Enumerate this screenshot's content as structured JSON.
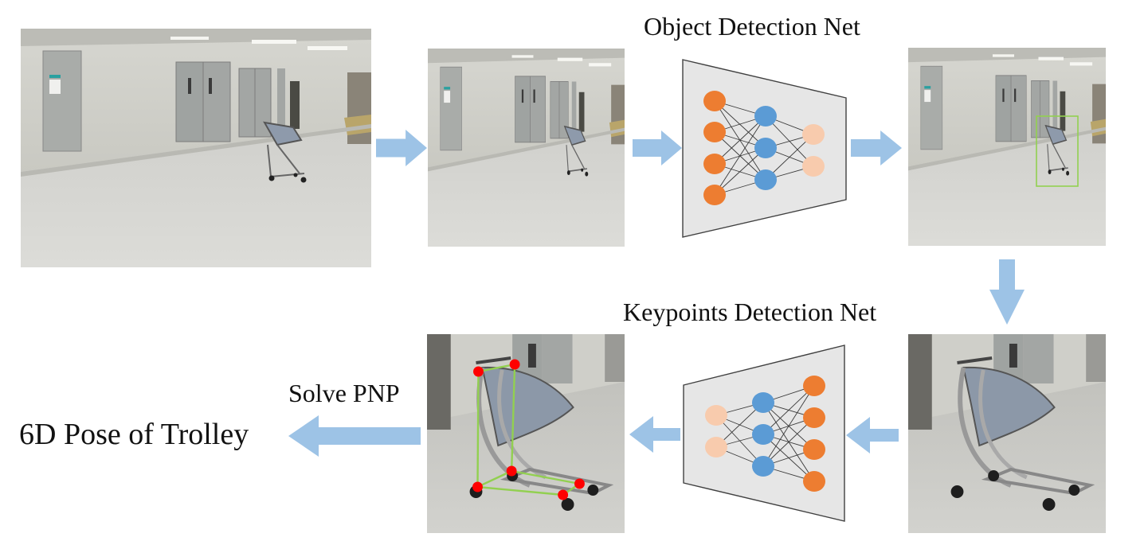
{
  "labels": {
    "object_detection": "Object Detection Net",
    "keypoints_detection": "Keypoints Detection Net",
    "solve_pnp": "Solve PNP",
    "output": "6D Pose of Trolley"
  },
  "colors": {
    "arrow": "#9dc3e6",
    "node_orange": "#ed7d31",
    "node_blue": "#5b9bd5",
    "node_peach": "#f8cbad",
    "net_panel": "#e6e6e6",
    "bbox": "#92d050",
    "keypoint": "#ff0000",
    "keypoint_edge": "#92d050"
  },
  "nodes": [
    "input-image",
    "resized-image",
    "object-detection-net",
    "detected-image",
    "cropped-image",
    "keypoints-detection-net",
    "keypoints-image",
    "pose-output"
  ],
  "edges": [
    {
      "from": "input-image",
      "to": "resized-image"
    },
    {
      "from": "resized-image",
      "to": "object-detection-net"
    },
    {
      "from": "object-detection-net",
      "to": "detected-image"
    },
    {
      "from": "detected-image",
      "to": "cropped-image"
    },
    {
      "from": "cropped-image",
      "to": "keypoints-detection-net"
    },
    {
      "from": "keypoints-detection-net",
      "to": "keypoints-image"
    },
    {
      "from": "keypoints-image",
      "to": "pose-output",
      "label": "Solve PNP"
    }
  ]
}
